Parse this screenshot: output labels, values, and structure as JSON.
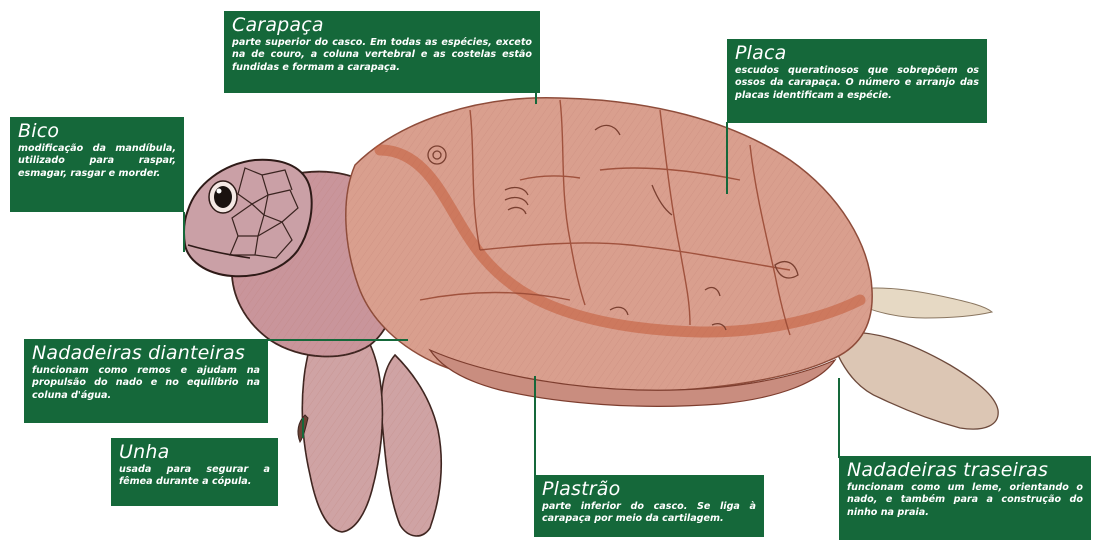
{
  "diagram": {
    "labels": {
      "carapaca": {
        "title": "Carapaça",
        "description": "parte superior do casco. Em todas as espécies, exceto na de couro, a coluna vertebral e as costelas estão fundidas e formam a carapaça."
      },
      "placa": {
        "title": "Placa",
        "description": "escudos queratinosos que sobrepõem os ossos da carapaça. O número e arranjo das placas identificam a espécie."
      },
      "bico": {
        "title": "Bico",
        "description": "modificação da mandíbula, utilizado para raspar, esmagar, rasgar e morder."
      },
      "nadadeiras_dianteiras": {
        "title": "Nadadeiras dianteiras",
        "description": "funcionam como remos e ajudam na propulsão do nado e no equilíbrio na coluna d'água."
      },
      "unha": {
        "title": "Unha",
        "description": "usada para segurar a fêmea durante a cópula."
      },
      "plastrao": {
        "title": "Plastrão",
        "description": "parte inferior do casco. Se liga à carapaça por meio da cartilagem."
      },
      "nadadeiras_traseiras": {
        "title": "Nadadeiras traseiras",
        "description": "funcionam como um leme, orientando o nado, e também para a construção do ninho na praia."
      }
    },
    "colors": {
      "label_background": "#15683a",
      "label_text": "#ffffff",
      "turtle_body": "#d9a79e",
      "turtle_shell": "#d69a86",
      "turtle_outline": "#4a2a24",
      "shell_seam": "#b5553a"
    }
  }
}
